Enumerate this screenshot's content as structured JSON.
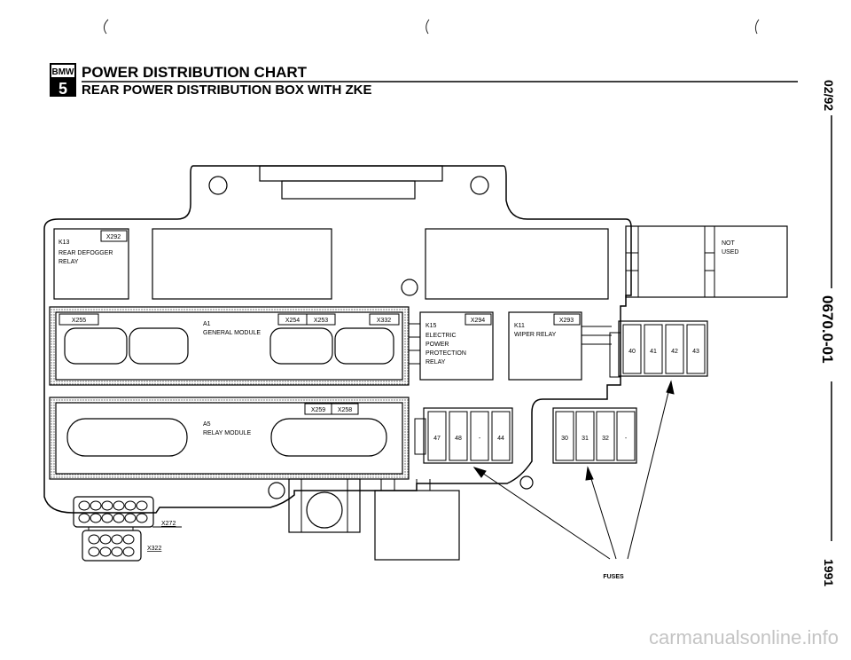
{
  "header": {
    "logo_top": "BMW",
    "logo_bottom": "5",
    "title": "POWER DISTRIBUTION CHART",
    "subtitle": "REAR POWER DISTRIBUTION BOX WITH ZKE"
  },
  "side_margin": {
    "date": "02/92",
    "doc_number": "0670.0-01",
    "year": "1991"
  },
  "relays": {
    "k13": {
      "id": "K13",
      "connector": "X292",
      "line1": "REAR DEFOGGER",
      "line2": "RELAY"
    },
    "k15": {
      "id": "K15",
      "connector": "X294",
      "line1": "ELECTRIC",
      "line2": "POWER",
      "line3": "PROTECTION",
      "line4": "RELAY"
    },
    "k11": {
      "id": "K11",
      "connector": "X293",
      "line1": "WIPER RELAY"
    },
    "not_used": {
      "line1": "NOT",
      "line2": "USED"
    }
  },
  "modules": {
    "a1": {
      "id": "A1",
      "name": "GENERAL MODULE",
      "connectors": [
        "X255",
        "X254",
        "X253",
        "X332"
      ]
    },
    "a5": {
      "id": "A5",
      "name": "RELAY MODULE",
      "connectors": [
        "X259",
        "X258"
      ]
    }
  },
  "fuses": {
    "group_right": [
      "40",
      "41",
      "42",
      "43"
    ],
    "group_mid_left": [
      "47",
      "48",
      "-",
      "44"
    ],
    "group_mid_right": [
      "30",
      "31",
      "32",
      "-"
    ],
    "label": "FUSES"
  },
  "connectors_bottom": {
    "x272": "X272",
    "x322": "X322"
  },
  "watermark": "carmanualsonline.info"
}
